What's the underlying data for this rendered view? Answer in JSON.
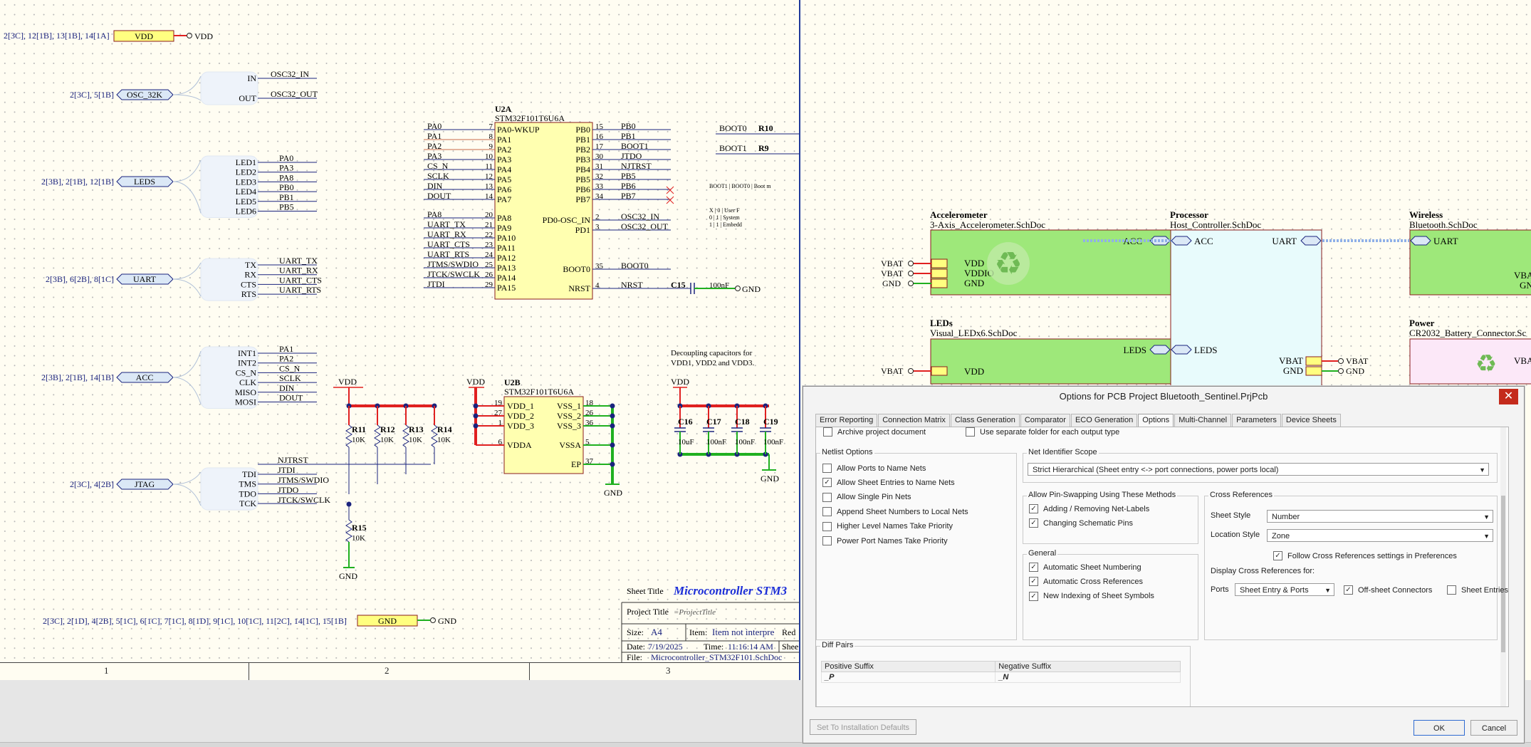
{
  "left_sheet": {
    "ports": [
      {
        "label": "VDD",
        "ref": "2[3C], 12[1B], 13[1B], 14[1A]",
        "power": "VDD"
      },
      {
        "label": "OSC_32K",
        "ref": "2[3C], 5[1B]",
        "pins": [
          "IN",
          "OUT"
        ],
        "nets": [
          "OSC32_IN",
          "OSC32_OUT"
        ]
      },
      {
        "label": "LEDS",
        "ref": "2[3B], 2[1B], 12[1B]",
        "pins": [
          "LED1",
          "LED2",
          "LED3",
          "LED4",
          "LED5",
          "LED6"
        ],
        "nets": [
          "PA0",
          "PA3",
          "PA8",
          "PB0",
          "PB1",
          "PB5"
        ]
      },
      {
        "label": "UART",
        "ref": "2[3B], 6[2B], 8[1C]",
        "pins": [
          "TX",
          "RX",
          "CTS",
          "RTS"
        ],
        "nets": [
          "UART_TX",
          "UART_RX",
          "UART_CTS",
          "UART_RTS"
        ]
      },
      {
        "label": "ACC",
        "ref": "2[3B], 2[1B], 14[1B]",
        "pins": [
          "INT1",
          "INT2",
          "CS_N",
          "CLK",
          "MISO",
          "MOSI"
        ],
        "nets": [
          "PA1",
          "PA2",
          "CS_N",
          "SCLK",
          "DIN",
          "DOUT"
        ]
      },
      {
        "label": "JTAG",
        "ref": "2[3C], 4[2B]",
        "pins": [
          "TDI",
          "TMS",
          "TDO",
          "TCK"
        ],
        "nets": [
          "NJTRST",
          "JTDI",
          "JTMS/SWDIO",
          "JTDO",
          "JTCK/SWCLK"
        ]
      },
      {
        "label": "GND",
        "ref": "2[3C], 2[1D], 4[2B], 5[1C], 6[1C], 7[1C], 8[1D], 9[1C], 10[1C], 11[2C], 14[1C], 15[1B]",
        "power": "GND"
      }
    ],
    "u2a": {
      "designator": "U2A",
      "part": "STM32F101T6U6A",
      "left_nets": [
        "PA0",
        "PA1",
        "PA2",
        "PA3",
        "CS_N",
        "SCLK",
        "DIN",
        "DOUT",
        "PA8",
        "UART_TX",
        "UART_RX",
        "UART_CTS",
        "UART_RTS",
        "JTMS/SWDIO",
        "JTCK/SWCLK",
        "JTDI"
      ],
      "left_nums": [
        "7",
        "8",
        "9",
        "10",
        "11",
        "12",
        "13",
        "14",
        "20",
        "21",
        "22",
        "23",
        "24",
        "25",
        "26",
        "29"
      ],
      "left_pins": [
        "PA0-WKUP",
        "PA1",
        "PA2",
        "PA3",
        "PA4",
        "PA5",
        "PA6",
        "PA7",
        "PA8",
        "PA9",
        "PA10",
        "PA11",
        "PA12",
        "PA13",
        "PA14",
        "PA15"
      ],
      "right_pins": [
        "PB0",
        "PB1",
        "PB2",
        "PB3",
        "PB4",
        "PB5",
        "PB6",
        "PB7",
        "PD0-OSC_IN",
        "PD1",
        "BOOT0",
        "NRST"
      ],
      "right_nums": [
        "15",
        "16",
        "17",
        "30",
        "31",
        "32",
        "33",
        "34",
        "2",
        "3",
        "35",
        "4"
      ],
      "right_nets": [
        "PB0",
        "PB1",
        "BOOT1",
        "JTDO",
        "NJTRST",
        "PB5",
        "PB6",
        "PB7",
        "OSC32_IN",
        "OSC32_OUT",
        "BOOT0",
        "NRST"
      ]
    },
    "u2b": {
      "designator": "U2B",
      "part": "STM32F101T6U6A",
      "left_pins": [
        "VDD_1",
        "VDD_2",
        "VDD_3",
        "VDDA"
      ],
      "left_nums": [
        "19",
        "27",
        "1",
        "6"
      ],
      "right_pins": [
        "VSS_1",
        "VSS_2",
        "VSS_3",
        "VSSA",
        "EP"
      ],
      "right_nums": [
        "18",
        "26",
        "36",
        "5",
        "37"
      ]
    },
    "boot": {
      "nets": [
        "BOOT0",
        "BOOT1"
      ],
      "resistors": [
        "R10",
        "R9"
      ],
      "table_rows": [
        "BOOT1 | BOOT0 | Boot m",
        "X | 0 | User F",
        "0 | 1 | System",
        "1 | 1 | Embedd"
      ]
    },
    "c15": {
      "designator": "C15",
      "value": "100nF",
      "net": "NRST"
    },
    "resistors": [
      {
        "designator": "R11",
        "value": "10K"
      },
      {
        "designator": "R12",
        "value": "10K"
      },
      {
        "designator": "R13",
        "value": "10K"
      },
      {
        "designator": "R14",
        "value": "10K"
      },
      {
        "designator": "R15",
        "value": "10K"
      }
    ],
    "decoupling": {
      "note_line1": "Decoupling capacitors for",
      "note_line2": "VDD1, VDD2 and VDD3.",
      "caps": [
        {
          "designator": "C16",
          "value": "10uF"
        },
        {
          "designator": "C17",
          "value": "100nF"
        },
        {
          "designator": "C18",
          "value": "100nF"
        },
        {
          "designator": "C19",
          "value": "100nF"
        }
      ]
    },
    "power_labels": {
      "vdd": "VDD",
      "gnd": "GND"
    },
    "title_block": {
      "sheet_title_label": "Sheet Title",
      "sheet_title": "Microcontroller STM3",
      "project_title_label": "Project Title",
      "project_title": "=ProjectTitle",
      "size_label": "Size:",
      "size": "A4",
      "item_label": "Item:",
      "item": "Item not interpre",
      "date_label": "Date:",
      "date": "7/19/2025",
      "time_label": "Time:",
      "time": "11:16:14 AM",
      "file_label": "File:",
      "file": "Microcontroller_STM32F101.SchDoc",
      "rev_partial": "Red",
      "sheet_partial": "Shee"
    },
    "zones": [
      "1",
      "2",
      "3"
    ]
  },
  "right_sheet": {
    "blocks": [
      {
        "name": "Accelerometer",
        "file": "3-Axis_Accelerometer.SchDoc",
        "entries": [
          "ACC",
          "VDD",
          "VDDIO",
          "GND"
        ],
        "power_left": [
          "VBAT",
          "VBAT",
          "GND"
        ]
      },
      {
        "name": "Processor",
        "file": "Host_Controller.SchDoc",
        "entries": [
          "ACC",
          "UART",
          "LEDS",
          "VBAT",
          "GND"
        ],
        "power_right": [
          "VBAT",
          "GND"
        ]
      },
      {
        "name": "Wireless",
        "file": "Bluetooth.SchDoc",
        "entries": [
          "UART",
          "VBA",
          "GN"
        ]
      },
      {
        "name": "LEDs",
        "file": "Visual_LEDx6.SchDoc",
        "entries": [
          "LEDS",
          "VDD"
        ],
        "power_left": [
          "VBAT"
        ]
      },
      {
        "name": "Power",
        "file": "CR2032_Battery_Connector.Sc",
        "entries": [
          "VBA"
        ]
      }
    ]
  },
  "dialog": {
    "title": "Options for PCB Project Bluetooth_Sentinel.PrjPcb",
    "close_glyph": "✕",
    "tabs": [
      "Error Reporting",
      "Connection Matrix",
      "Class Generation",
      "Comparator",
      "ECO Generation",
      "Options",
      "Multi-Channel",
      "Parameters",
      "Device Sheets"
    ],
    "active_tab": "Options",
    "top_options": [
      {
        "label": "Archive project document",
        "checked": false
      },
      {
        "label": "Use separate folder for each output type",
        "checked": false
      }
    ],
    "netlist": {
      "title": "Netlist Options",
      "options": [
        {
          "label": "Allow Ports to Name Nets",
          "checked": false
        },
        {
          "label": "Allow Sheet Entries to Name Nets",
          "checked": true
        },
        {
          "label": "Allow Single Pin Nets",
          "checked": false
        },
        {
          "label": "Append Sheet Numbers to Local Nets",
          "checked": false
        },
        {
          "label": "Higher Level Names Take Priority",
          "checked": false
        },
        {
          "label": "Power Port Names Take Priority",
          "checked": false
        }
      ]
    },
    "net_scope": {
      "title": "Net Identifier Scope",
      "value": "Strict Hierarchical (Sheet entry <-> port connections, power ports local)"
    },
    "pin_swap": {
      "title": "Allow Pin-Swapping Using These Methods",
      "options": [
        {
          "label": "Adding / Removing Net-Labels",
          "checked": true
        },
        {
          "label": "Changing Schematic Pins",
          "checked": true
        }
      ]
    },
    "general": {
      "title": "General",
      "options": [
        {
          "label": "Automatic Sheet Numbering",
          "checked": true
        },
        {
          "label": "Automatic Cross References",
          "checked": true
        },
        {
          "label": "New Indexing of Sheet Symbols",
          "checked": true
        }
      ]
    },
    "cross_refs": {
      "title": "Cross References",
      "sheet_style_label": "Sheet Style",
      "sheet_style": "Number",
      "location_style_label": "Location Style",
      "location_style": "Zone",
      "follow_label": "Follow Cross References settings in Preferences",
      "follow_checked": true,
      "display_label": "Display Cross References for:",
      "ports_label": "Ports",
      "ports_value": "Sheet Entry & Ports",
      "offsheet_label": "Off-sheet Connectors",
      "offsheet_checked": true,
      "sheet_entries_label": "Sheet Entries",
      "sheet_entries_checked": false
    },
    "diff_pairs": {
      "title": "Diff Pairs",
      "positive_header": "Positive Suffix",
      "negative_header": "Negative Suffix",
      "positive": "_P",
      "negative": "_N"
    },
    "defaults_button": "Set To Installation Defaults",
    "ok_button": "OK",
    "cancel_button": "Cancel"
  },
  "colors": {
    "wire": "#1a237e",
    "vdd_wire": "#e02020",
    "gnd_wire": "#20b020",
    "port_fill": "#dbe8f6",
    "sheet_green": "#9ee87a",
    "sheet_cyan": "#e8fbfc",
    "sheet_pink": "#fce8f8",
    "title_blue": "#1d2fd8"
  }
}
